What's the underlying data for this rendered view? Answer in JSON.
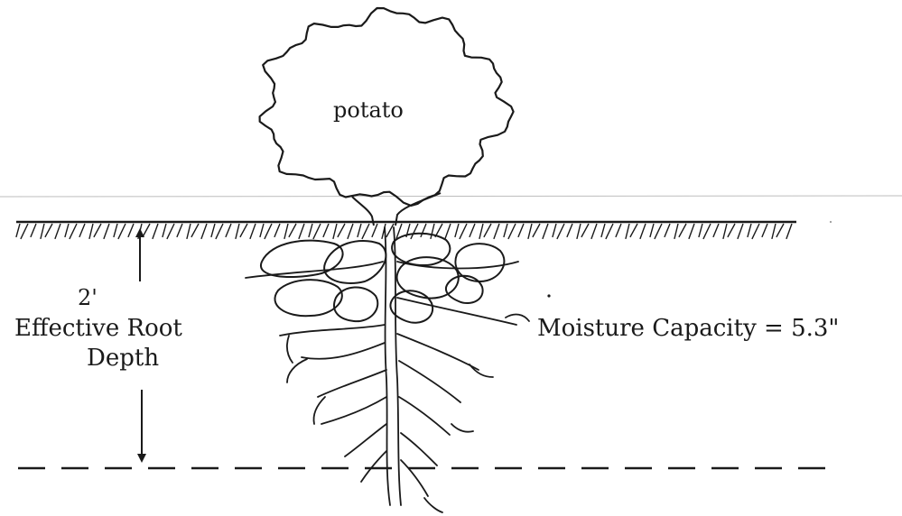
{
  "labels": {
    "plant": "potato",
    "depth_value": "2'",
    "depth_label_line1": "Effective Root",
    "depth_label_line2": "Depth",
    "moisture": "Moisture Capacity = 5.3\""
  },
  "colors": {
    "ink": "#1a1a1a",
    "background": "#ffffff"
  }
}
